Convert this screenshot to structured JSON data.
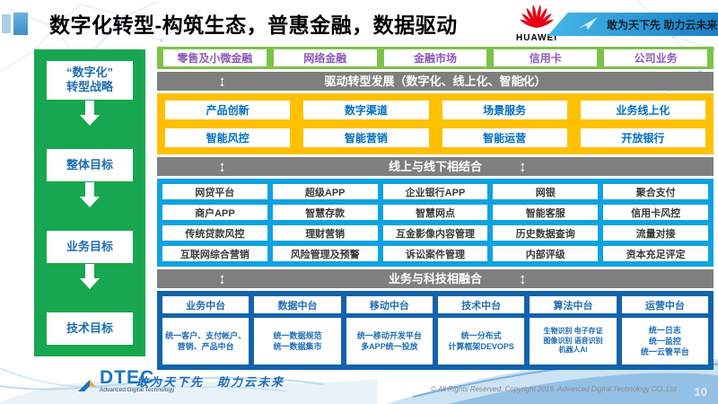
{
  "header": {
    "title": "数字化转型-构筑生态，普惠金融，数据驱动",
    "huawei_logo_text": "HUAWEI",
    "ribbon_slogan": "敢为天下先 助力云未来"
  },
  "strategy": {
    "steps": [
      {
        "label": "“数字化”\n转型战略"
      },
      {
        "label": "整体目标"
      },
      {
        "label": "业务目标"
      },
      {
        "label": "技术目标"
      }
    ]
  },
  "biz_row": {
    "items": [
      "零售及小微金融",
      "网络金融",
      "金融市场",
      "信用卡",
      "公司业务"
    ]
  },
  "bars": {
    "drive": "驱动转型发展（数字化、线上化、智能化）",
    "online_offline": "线上与线下相结合",
    "biz_tech": "业务与科技相融合"
  },
  "yellow": {
    "rows": [
      [
        "产品创新",
        "数字渠道",
        "场景服务",
        "业务线上化"
      ],
      [
        "智能风控",
        "智能营销",
        "智能运营",
        "开放银行"
      ]
    ]
  },
  "blue": {
    "rows": [
      [
        "网贷平台",
        "超级APP",
        "企业银行APP",
        "网银",
        "聚合支付"
      ],
      [
        "商户APP",
        "智慧存款",
        "智慧网点",
        "智能客服",
        "信用卡风控"
      ],
      [
        "传统贷款风控",
        "理财营销",
        "互金影像内容管理",
        "历史数据查询",
        "流量对接"
      ],
      [
        "互联网综合营销",
        "风险管理及预警",
        "诉讼案件管理",
        "内部评级",
        "资本充足评定"
      ]
    ]
  },
  "platforms": {
    "columns": [
      {
        "title": "业务中台",
        "desc": "统一客户、支付帐户、营销、产品中台"
      },
      {
        "title": "数据中台",
        "desc": "统一数据规范\n统一数据集市"
      },
      {
        "title": "移动中台",
        "desc": "统一移动开发平台\n多APP统一投放"
      },
      {
        "title": "技术中台",
        "desc": "统一分布式\n计算框架DEVOPS"
      },
      {
        "title": "算法中台",
        "desc": "生物识别 电子存证\n图像识别 语音识别\n机器人AI"
      },
      {
        "title": "运营中台",
        "desc": "统一日志\n统一监控\n统一云管平台"
      }
    ]
  },
  "footer": {
    "logo_text": "DTEC",
    "logo_subtext": "Advanced Digital Technology",
    "slogan": "敢为天下先　助力云未来",
    "copyright": "© All Rights Reserved. Copyright 2019. Advanced Digital Technology CO.,Ltd",
    "page_number": "10"
  },
  "colors": {
    "panel_green": "#17a750",
    "row_green": "#7cc24a",
    "bar_gray": "#7f7f7f",
    "section_yellow": "#ffc000",
    "section_blue": "#0ea2e2",
    "section_dark_blue": "#1263ac",
    "box_text_blue": "#1f6db4",
    "biz_text_purple": "#8c5bb8",
    "huawei_red": "#e60012",
    "ribbon_blue": "#1a7fc4"
  }
}
